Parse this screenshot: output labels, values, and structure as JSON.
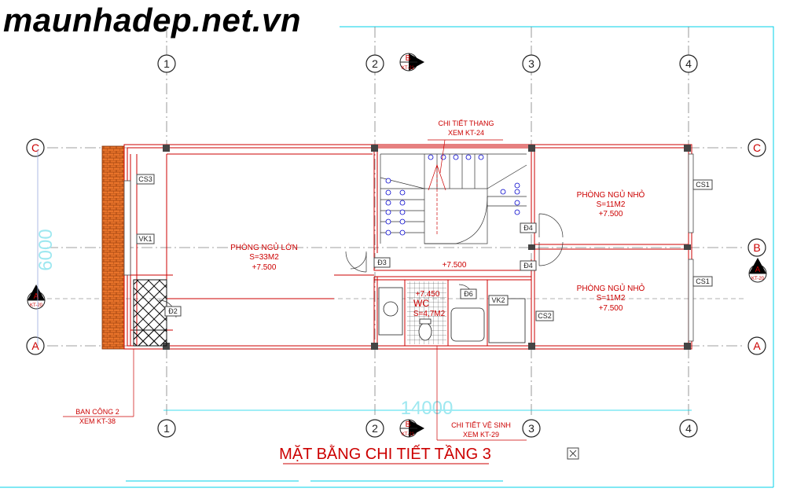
{
  "watermark": "maunhadep.net.vn",
  "title": "MẶT BẰNG CHI TIẾT TẦNG 3",
  "grid": {
    "columns": [
      "1",
      "2",
      "3",
      "4"
    ],
    "rows": [
      "C",
      "B",
      "A"
    ]
  },
  "dimensions": {
    "width": "14000",
    "depth": "6000"
  },
  "section_markers": {
    "b": {
      "letter": "B",
      "sheet": "KT-21"
    },
    "a": {
      "letter": "A",
      "sheet": "KT-20"
    }
  },
  "callouts": {
    "stair": {
      "line1": "CHI TIẾT THANG",
      "line2": "XEM KT-24"
    },
    "bathroom": {
      "line1": "CHI TIẾT VỆ SINH",
      "line2": "XEM KT-29"
    },
    "balcony": {
      "line1": "BAN CÔNG 2",
      "line2": "XEM KT-38"
    }
  },
  "rooms": {
    "master": {
      "name": "PHÒNG NGỦ LỚN",
      "area": "S=33M2",
      "level": "+7.500"
    },
    "small_top": {
      "name": "PHÒNG NGỦ NHỎ",
      "area": "S=11M2",
      "level": "+7.500"
    },
    "small_bottom": {
      "name": "PHÒNG NGỦ NHỎ",
      "area": "S=11M2",
      "level": "+7.500"
    },
    "wc": {
      "name": "WC",
      "area": "S=4,7M2",
      "level": "+7.450"
    },
    "hall": {
      "level": "+7.500"
    }
  },
  "tags": {
    "cs3": "CS3",
    "vk1": "VK1",
    "d2": "Đ2",
    "d3": "Đ3",
    "d4_top": "Đ4",
    "d4_bottom": "Đ4",
    "d6": "Đ6",
    "vk2": "VK2",
    "cs2": "CS2",
    "cs1_top": "CS1",
    "cs1_bottom": "CS1"
  },
  "colors": {
    "wall": "#cc0000",
    "text": "#cc0000",
    "grid": "#808080",
    "dimension": "#00d0e8",
    "fixture": "#0000cc",
    "brick": "#e8732a"
  }
}
